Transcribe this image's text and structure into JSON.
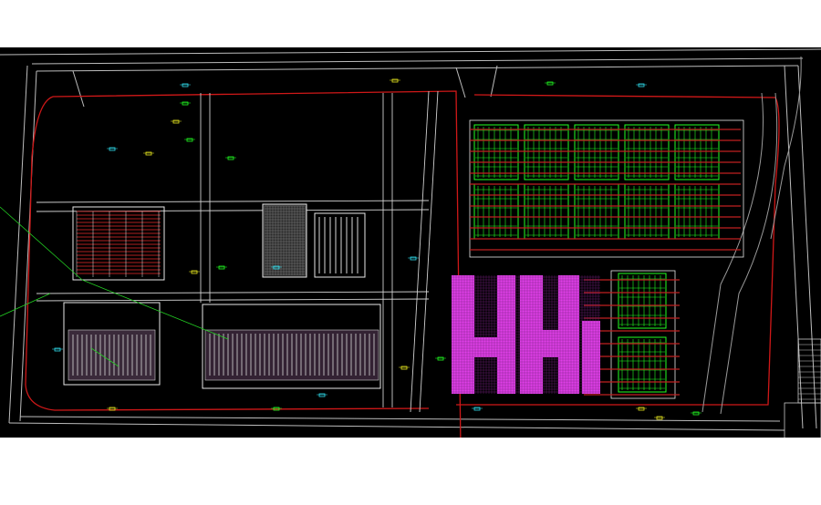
{
  "drawing": {
    "type": "CAD site plan",
    "background": "#000000",
    "page_background": "#ffffff",
    "layer_colors": {
      "boundary": "#d01818",
      "roads": "#c8c8c8",
      "grid_green": "#22ff22",
      "magenta_blocks": "#e040e8",
      "hatching_red": "#b02020",
      "outline_white": "#e8e8e8",
      "cyan_marks": "#30e0f0",
      "yellow_marks": "#e8e820"
    },
    "zones": [
      {
        "name": "west-hatched-block"
      },
      {
        "name": "center-grid-block"
      },
      {
        "name": "east-green-grid"
      },
      {
        "name": "magenta-blocks"
      },
      {
        "name": "southwest-parking"
      }
    ]
  }
}
